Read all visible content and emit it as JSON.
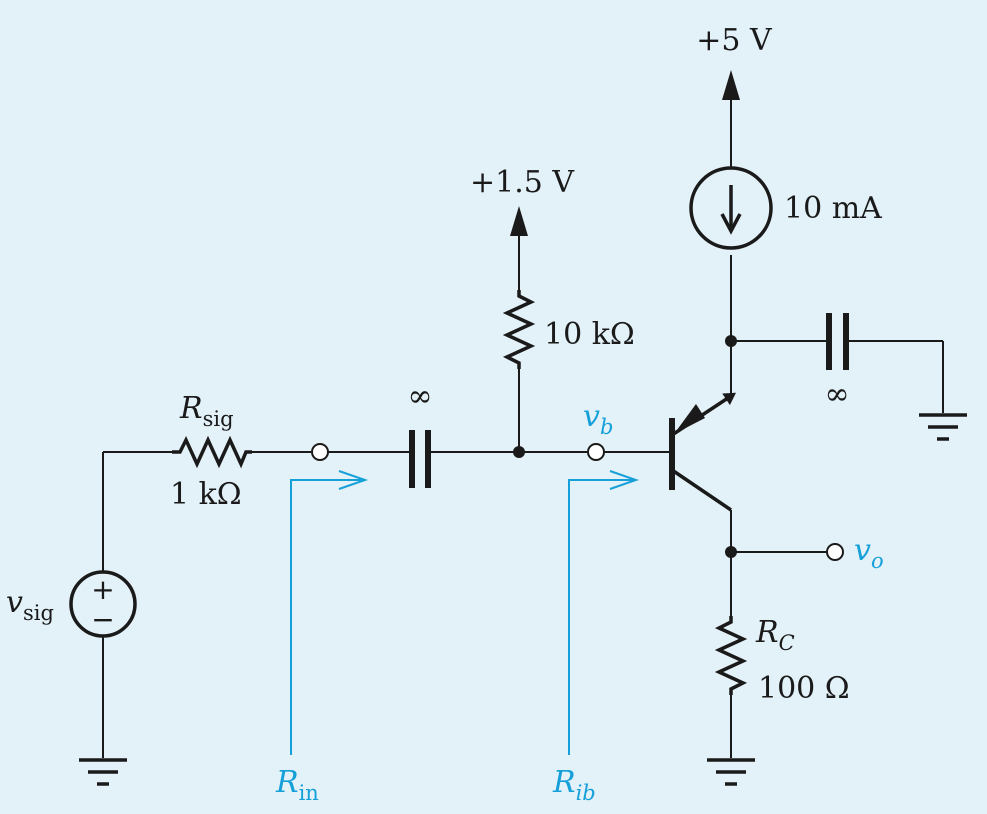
{
  "supplies": {
    "vcc": "+5 V",
    "vbias": "+1.5 V"
  },
  "current_source": {
    "value": "10 mA"
  },
  "resistors": {
    "rsig": {
      "name": "R",
      "sub": "sig",
      "value": "1 kΩ"
    },
    "rb": {
      "value": "10 kΩ"
    },
    "rc": {
      "name": "R",
      "sub": "C",
      "value": "100 Ω"
    }
  },
  "capacitors": {
    "coupling_in": "∞",
    "bypass": "∞"
  },
  "source": {
    "name": "v",
    "sub": "sig",
    "plus": "+",
    "minus": "−"
  },
  "nodes": {
    "vb": {
      "name": "v",
      "sub": "b"
    },
    "vo": {
      "name": "v",
      "sub": "o"
    }
  },
  "resistance_indicators": {
    "rin": {
      "name": "R",
      "sub": "in"
    },
    "rib": {
      "name": "R",
      "sub": "ib"
    }
  },
  "colors": {
    "wire": "#1a1a1a",
    "annotation": "#16a0d9",
    "background": "#e3f1f8"
  }
}
